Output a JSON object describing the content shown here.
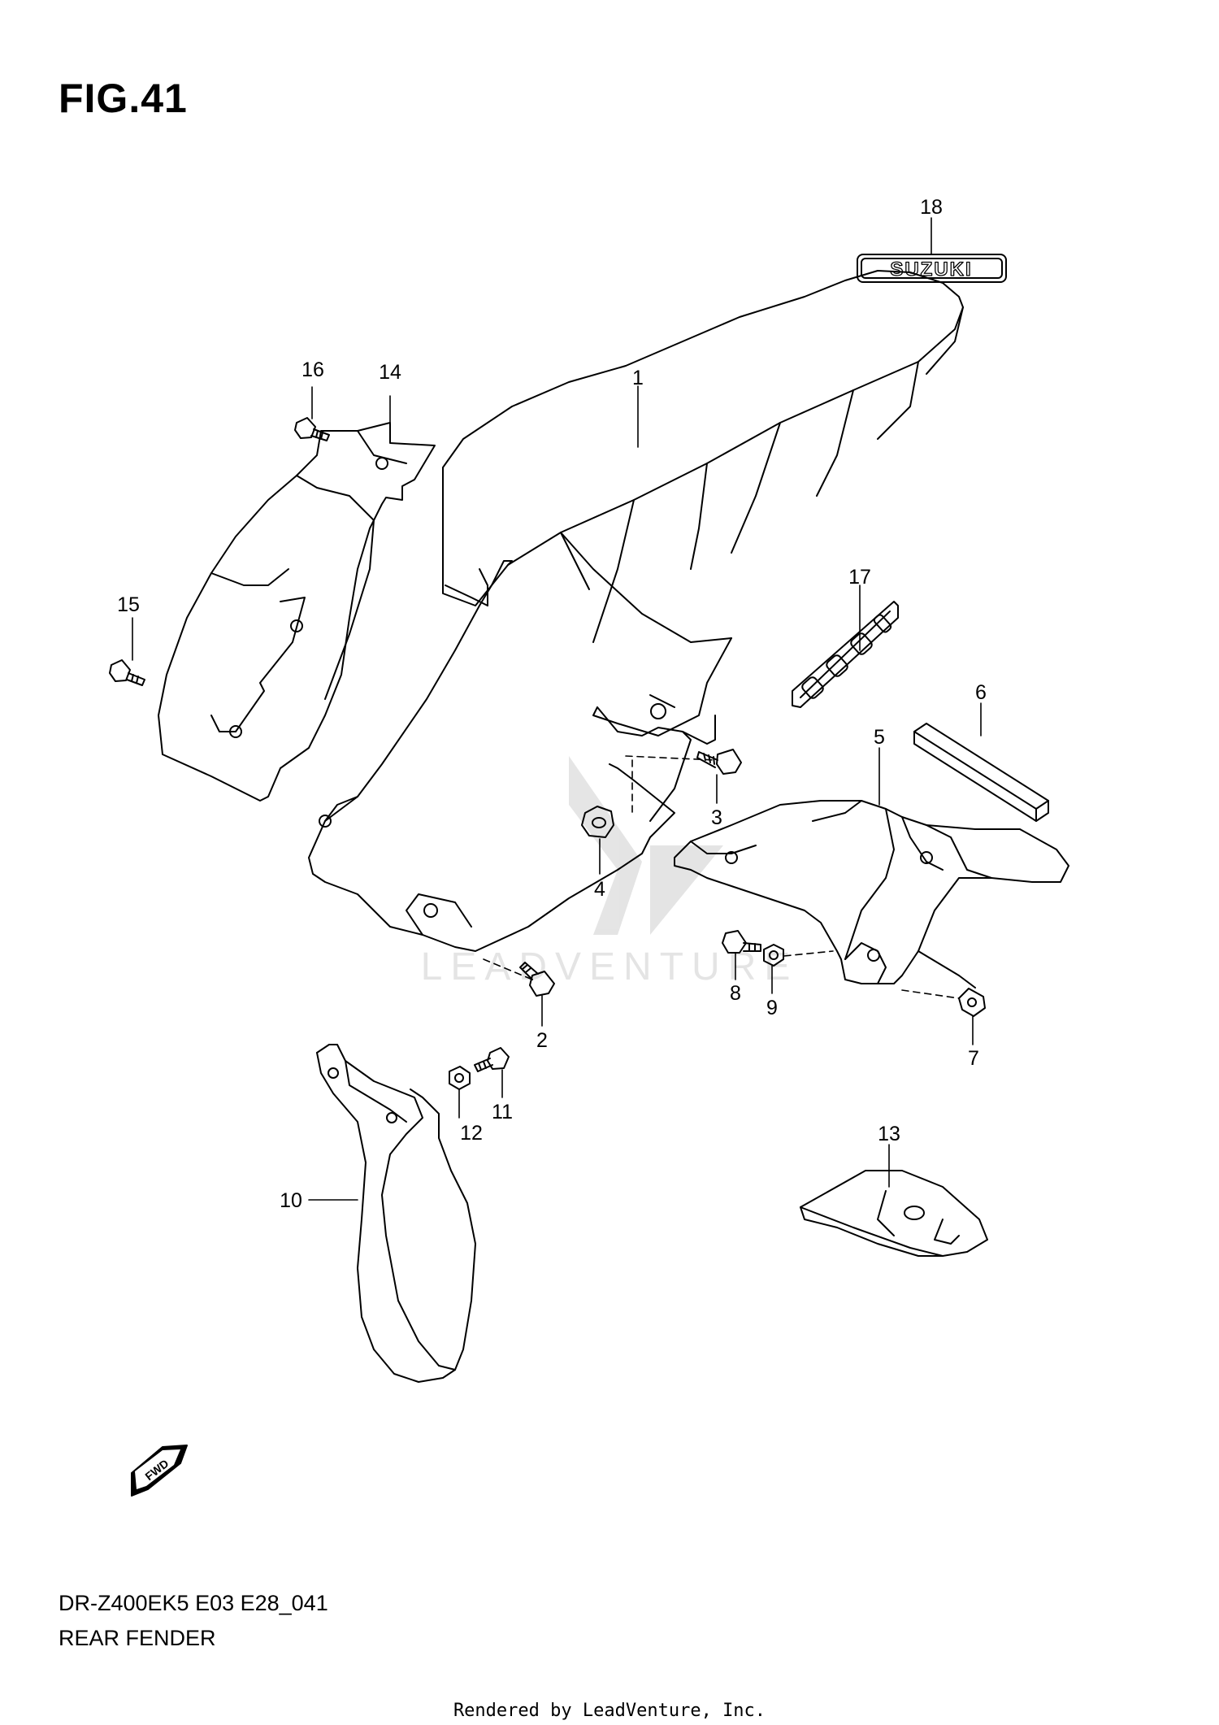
{
  "figure": {
    "title": "FIG.41",
    "model_code": "DR-Z400EK5 E03 E28_041",
    "section_name": "REAR FENDER",
    "credit": "Rendered by LeadVenture, Inc.",
    "watermark": "LEADVENTURE",
    "emblem_text": "SUZUKI",
    "direction_badge": "FWD"
  },
  "parts": [
    {
      "ref": "1",
      "name": "rear-fender"
    },
    {
      "ref": "2",
      "name": "bolt"
    },
    {
      "ref": "3",
      "name": "bolt"
    },
    {
      "ref": "4",
      "name": "cushion"
    },
    {
      "ref": "5",
      "name": "rear-fender-rear"
    },
    {
      "ref": "6",
      "name": "cushion-pad"
    },
    {
      "ref": "7",
      "name": "nut"
    },
    {
      "ref": "8",
      "name": "bolt"
    },
    {
      "ref": "9",
      "name": "washer"
    },
    {
      "ref": "10",
      "name": "mud-guard"
    },
    {
      "ref": "11",
      "name": "bolt"
    },
    {
      "ref": "12",
      "name": "washer"
    },
    {
      "ref": "13",
      "name": "heat-shield"
    },
    {
      "ref": "14",
      "name": "side-cover"
    },
    {
      "ref": "15",
      "name": "bolt"
    },
    {
      "ref": "16",
      "name": "bolt"
    },
    {
      "ref": "17",
      "name": "emblem"
    },
    {
      "ref": "18",
      "name": "emblem-suzuki"
    }
  ]
}
